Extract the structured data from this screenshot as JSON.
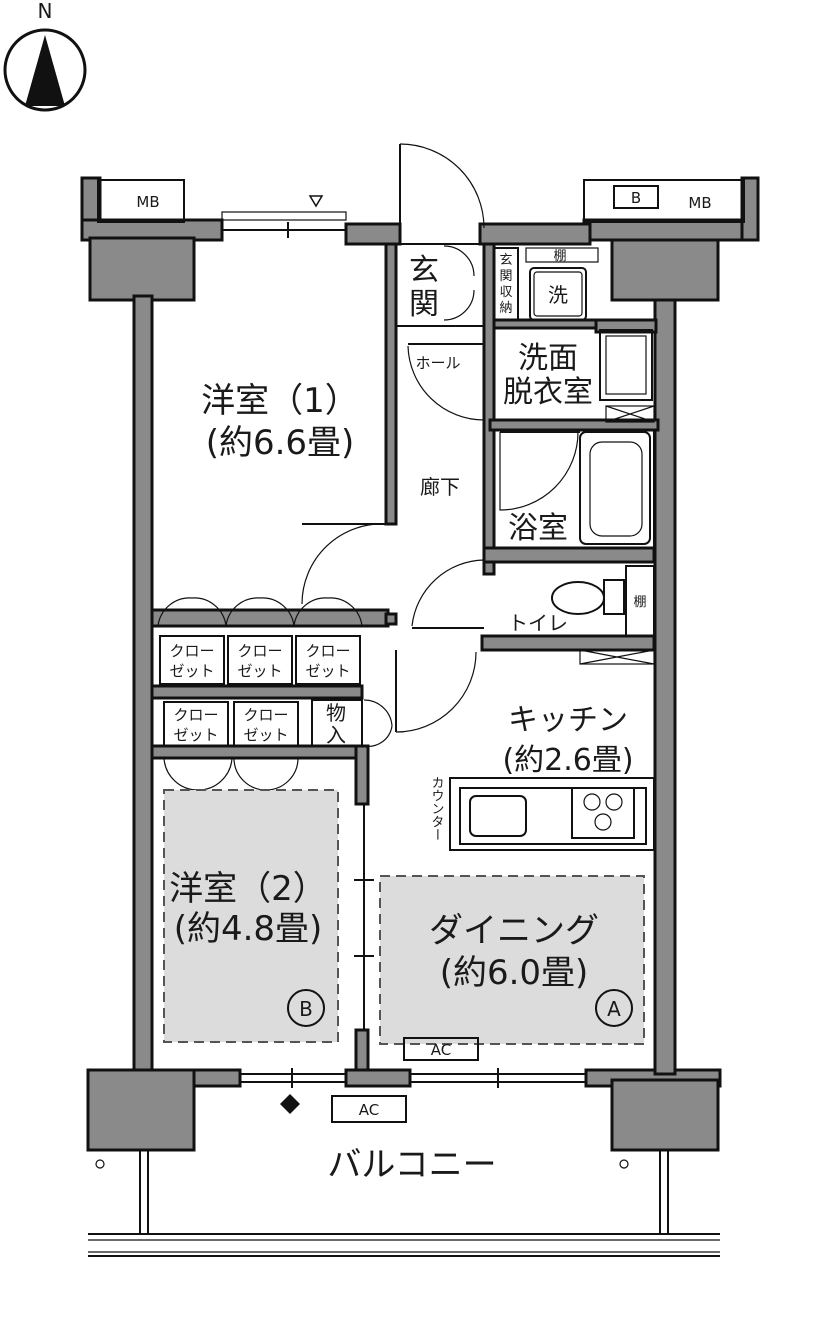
{
  "compass": {
    "label": "N"
  },
  "rooms": {
    "western1": {
      "name": "洋室（1）",
      "size": "(約6.6畳)"
    },
    "western2": {
      "name": "洋室（2）",
      "size": "(約4.8畳)"
    },
    "kitchen": {
      "name": "キッチン",
      "size": "(約2.6畳)"
    },
    "dining": {
      "name": "ダイニング",
      "size": "(約6.0畳)"
    },
    "genkan": {
      "line1": "玄",
      "line2": "関"
    },
    "genkan_storage": {
      "line1": "玄",
      "line2": "関",
      "line3": "収",
      "line4": "納"
    },
    "hall": "ホール",
    "washroom": {
      "line1": "洗面",
      "line2": "脱衣室"
    },
    "bath": "浴室",
    "corridor": "廊下",
    "toilet": "トイレ",
    "balcony": "バルコニー"
  },
  "fixtures": {
    "mb_left": "MB",
    "mb_right": "MB",
    "b_box": "B",
    "washer": "洗",
    "shelf_top": "棚",
    "shelf_toilet": "棚",
    "counter": "カウンター",
    "storage": {
      "line1": "物",
      "line2": "入"
    },
    "closet": {
      "line1": "クロー",
      "line2": "ゼット"
    },
    "ac_inside": "AC",
    "ac_outside": "AC",
    "mark_a": "A",
    "mark_b": "B"
  }
}
